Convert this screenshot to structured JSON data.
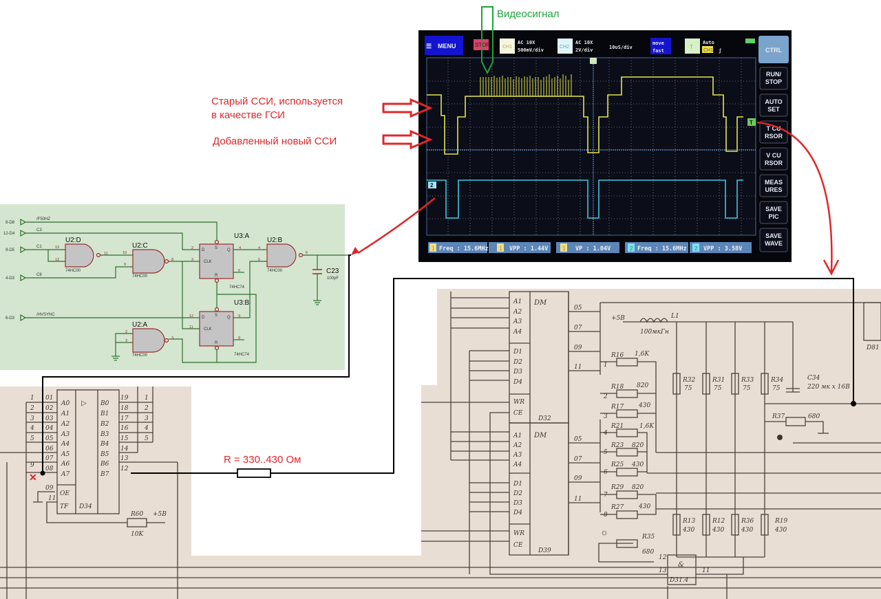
{
  "annotations": {
    "video_signal": "Видеосигнал",
    "old_sync_line1": "Старый ССИ, используется",
    "old_sync_line2": "в качестве ГСИ",
    "new_sync": "Добавленный новый ССИ",
    "resistor_note": "R = 330..430 Ом"
  },
  "scope": {
    "menu": "MENU",
    "stop": "STOP",
    "ch1": {
      "label": "CH1",
      "coupling": "AC 10X",
      "scale": "500mV/div"
    },
    "ch2": {
      "label": "CH2",
      "coupling": "AC 10X",
      "scale": "2V/div"
    },
    "timebase": "10uS/div",
    "move_line1": "move",
    "move_line2": "fast",
    "trigger": {
      "label": "T",
      "mode": "Auto",
      "source": "CH1"
    },
    "buttons": [
      {
        "l1": "CTRL",
        "l2": ""
      },
      {
        "l1": "RUN/",
        "l2": "STOP"
      },
      {
        "l1": "AUTO",
        "l2": "SET"
      },
      {
        "l1": "T CU",
        "l2": "RSOR"
      },
      {
        "l1": "V CU",
        "l2": "RSOR"
      },
      {
        "l1": "MEAS",
        "l2": "URES"
      },
      {
        "l1": "SAVE",
        "l2": "PIC"
      },
      {
        "l1": "SAVE",
        "l2": "WAVE"
      }
    ],
    "measurements": [
      {
        "ch": "1",
        "text": "Freq : 15.6MHz"
      },
      {
        "ch": "1",
        "text": "VPP : 1.44V"
      },
      {
        "ch": "1",
        "text": "VP : 1.04V"
      },
      {
        "ch": "2",
        "text": "Freq : 15.6MHz"
      },
      {
        "ch": "2",
        "text": "VPP : 3.58V"
      }
    ],
    "ch1_marker": "T",
    "ch2_marker": "2",
    "colors": {
      "ch1": "#e6e64a",
      "ch2": "#3cc8e0",
      "frame": "#0d1020"
    }
  },
  "green_schematic": {
    "inputs": [
      {
        "pin": "8-D8",
        "net": "/F50HZ"
      },
      {
        "pin": "12-D4",
        "net": "C3"
      },
      {
        "pin": "9-D5",
        "net": "C1"
      },
      {
        "pin": "4-D3",
        "net": "C8"
      },
      {
        "pin": "6-D3",
        "net": "/HVSYNC"
      }
    ],
    "u2d": "U2:D",
    "u2c": "U2:C",
    "u2b": "U2:B",
    "u2a": "U2:A",
    "u3a": "U3:A",
    "u3b": "U3:B",
    "nand_part": "74HC00",
    "ff_part": "74HC74",
    "c23": "C23",
    "c23_value": "100pF",
    "ff_pins": {
      "d": "D",
      "clk": "CLK",
      "q": "Q",
      "qn": "Q",
      "s": "S",
      "r": "R"
    },
    "pin_nums": [
      "13",
      "12",
      "11",
      "10",
      "9",
      "8",
      "2",
      "3",
      "4",
      "5",
      "6",
      "1",
      "12",
      "11",
      "10",
      "9",
      "8",
      "13",
      "4",
      "5",
      "6",
      "1",
      "2",
      "3"
    ]
  },
  "paper_left": {
    "chip": "D34",
    "a_pins": [
      "A0",
      "A1",
      "A2",
      "A3",
      "A4",
      "A5",
      "A6",
      "A7"
    ],
    "b_pins": [
      "B0",
      "B1",
      "B2",
      "B3",
      "B4",
      "B5",
      "B6",
      "B7"
    ],
    "left_nums": [
      "01",
      "02",
      "03",
      "04",
      "05",
      "06",
      "07",
      "08"
    ],
    "left_lines": [
      "1",
      "2",
      "3",
      "4",
      "5"
    ],
    "right_nums": [
      "19",
      "18",
      "17",
      "16",
      "15",
      "14",
      "13",
      "12"
    ],
    "right_lines": [
      "1",
      "2",
      "3",
      "4",
      "5"
    ],
    "oe": "OE",
    "oe_pin": "09",
    "tf": "TF",
    "tf_pin": "11",
    "pin9": "9",
    "r60": "R60",
    "r60_value": "10K",
    "supply": "+5B"
  },
  "paper_right": {
    "d32": "D32",
    "d39": "D39",
    "dm": "DM",
    "a_pins": [
      "A1",
      "A2",
      "A3",
      "A4"
    ],
    "d_pins": [
      "D1",
      "D2",
      "D3",
      "D4"
    ],
    "wr": "WR",
    "ce": "CE",
    "supply": "+5B",
    "l1": "L1",
    "l1_value": "100мкГн",
    "resistors_h": [
      {
        "name": "R16",
        "value": "1,6K",
        "n": "1"
      },
      {
        "name": "R18",
        "value": "820",
        "n": "2"
      },
      {
        "name": "R17",
        "value": "430",
        "n": "3"
      },
      {
        "name": "R21",
        "value": "1,6K",
        "n": "4"
      },
      {
        "name": "R23",
        "value": "820",
        "n": "5"
      },
      {
        "name": "R25",
        "value": "430",
        "n": "6"
      },
      {
        "name": "R29",
        "value": "820",
        "n": "7"
      },
      {
        "name": "R27",
        "value": "430",
        "n": "8"
      }
    ],
    "resistors_top": [
      {
        "name": "R32",
        "value": "75"
      },
      {
        "name": "R31",
        "value": "75"
      },
      {
        "name": "R33",
        "value": "75"
      },
      {
        "name": "R34",
        "value": "75"
      }
    ],
    "resistors_bottom": [
      {
        "name": "R13",
        "value": "430"
      },
      {
        "name": "R12",
        "value": "430"
      },
      {
        "name": "R36",
        "value": "430"
      },
      {
        "name": "R19",
        "value": "430"
      }
    ],
    "c34": "C34",
    "c34_value": "220 мк x 16B",
    "r37": "R37",
    "r37_value": "680",
    "r35": "R35",
    "r35_value": "680",
    "gate": "D31.4",
    "gate_sym": "&",
    "gate_pins": [
      "12",
      "13",
      "11"
    ],
    "out_pins": [
      "05",
      "07",
      "09",
      "11"
    ],
    "d81": "D81"
  }
}
